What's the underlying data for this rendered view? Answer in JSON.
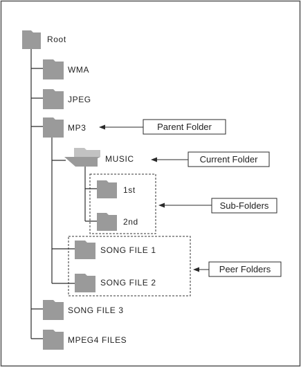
{
  "folders": {
    "root": "Root",
    "wma": "WMA",
    "jpeg": "JPEG",
    "mp3": "MP3",
    "music": "MUSIC",
    "first": "1st",
    "second": "2nd",
    "song1": "SONG FILE 1",
    "song2": "SONG FILE 2",
    "song3": "SONG FILE 3",
    "mpeg4": "MPEG4 FILES"
  },
  "callouts": {
    "parent": "Parent Folder",
    "current": "Current Folder",
    "sub": "Sub-Folders",
    "peer": "Peer Folders"
  },
  "colors": {
    "folder": "#9a9a9a",
    "folder_open": "#b9b9b9",
    "line": "#2a2a2a",
    "frame": "#555555"
  }
}
